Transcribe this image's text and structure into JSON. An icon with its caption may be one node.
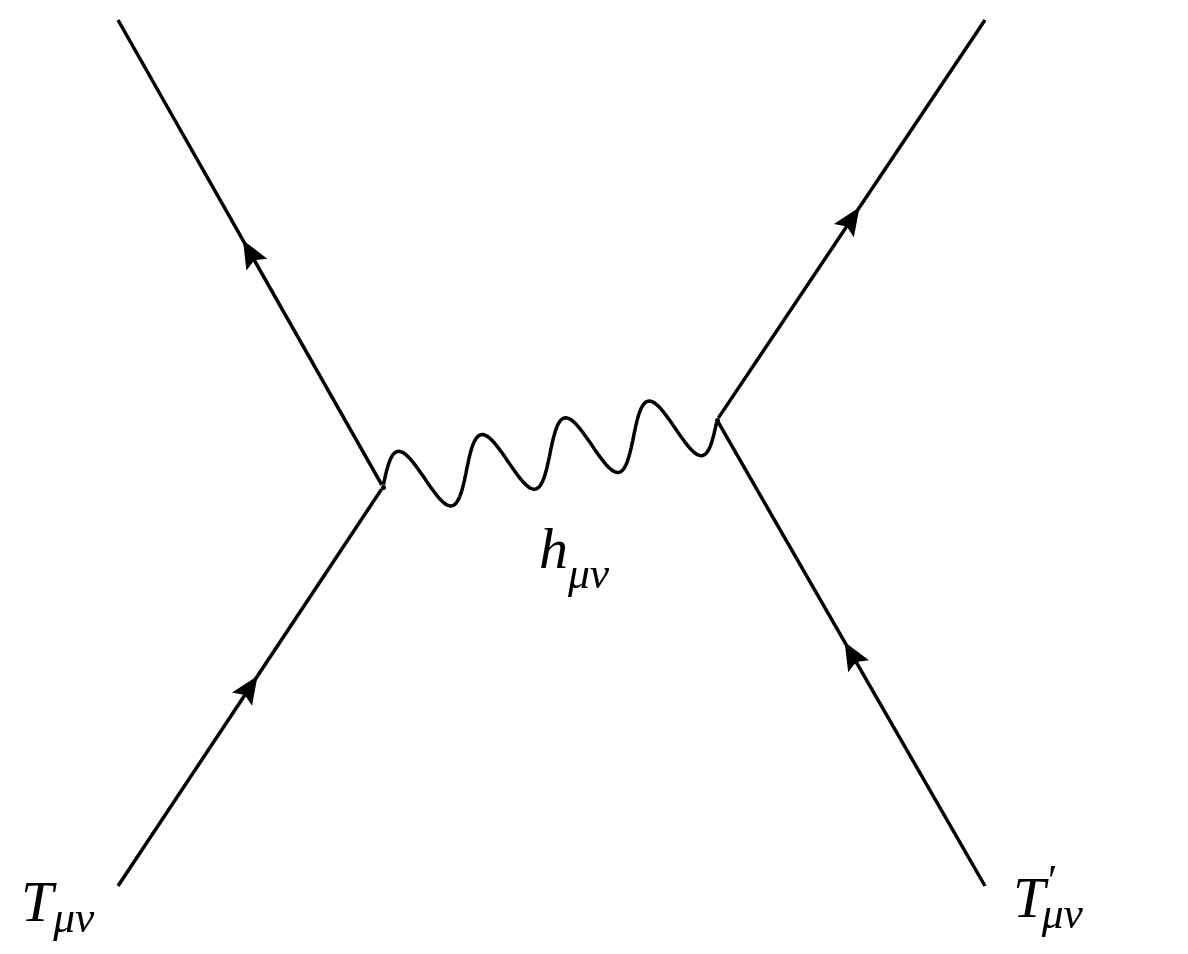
{
  "diagram": {
    "nodes": [
      {
        "text": [],
        "shape": "dot"
      },
      {
        "text": [],
        "shape": "dot"
      },
      {
        "text": [
          "T$_{μν}$"
        ]
      },
      {
        "text": [
          "T$^{′}$$_{μν}$"
        ]
      }
    ],
    "edges": [
      {
        "from": 2,
        "to": 0,
        "arrow": "to"
      },
      {
        "from": 0,
        "to": null,
        "arrow": "to"
      },
      {
        "from": 0,
        "to": 1,
        "arrow": "none",
        "label": "h$_{μν}$"
      },
      {
        "from": 3,
        "to": 1,
        "arrow": "to"
      },
      {
        "from": 1,
        "to": null,
        "arrow": "to"
      }
    ]
  }
}
